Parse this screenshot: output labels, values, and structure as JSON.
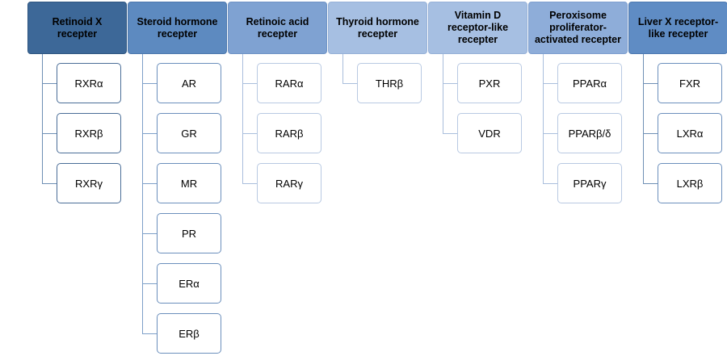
{
  "families": [
    {
      "name": "Retinoid X recepter",
      "color": "#3d6898",
      "border": "#2f5680",
      "line": "#6e8fb4",
      "children": [
        "RXRα",
        "RXRβ",
        "RXRγ"
      ]
    },
    {
      "name": "Steroid hormone recepter",
      "color": "#5d8ac0",
      "border": "#4c78ad",
      "line": "#7d9fc8",
      "children": [
        "AR",
        "GR",
        "MR",
        "PR",
        "ERα",
        "ERβ"
      ]
    },
    {
      "name": "Retinoic acid recepter",
      "color": "#7fa2d2",
      "border": "#6f93c5",
      "line": "#a9bedc",
      "children": [
        "RARα",
        "RARβ",
        "RARγ"
      ]
    },
    {
      "name": "Thyroid hormone recepter",
      "color": "#a6bfe2",
      "border": "#96b1d8",
      "line": "#a9bedc",
      "children": [
        "THRβ"
      ]
    },
    {
      "name": "Vitamin D receptor-like recepter",
      "color": "#a6bfe2",
      "border": "#96b1d8",
      "line": "#a9bedc",
      "children": [
        "PXR",
        "VDR"
      ]
    },
    {
      "name": "Peroxisome proliferator-activated recepter",
      "color": "#8eadd9",
      "border": "#7e9fcf",
      "line": "#a9bedc",
      "children": [
        "PPARα",
        "PPARβ/δ",
        "PPARγ"
      ]
    },
    {
      "name": "Liver X receptor-like recepter",
      "color": "#5f8cc4",
      "border": "#4d79b1",
      "line": "#6e8fb4",
      "children": [
        "FXR",
        "LXRα",
        "LXRβ"
      ]
    }
  ]
}
